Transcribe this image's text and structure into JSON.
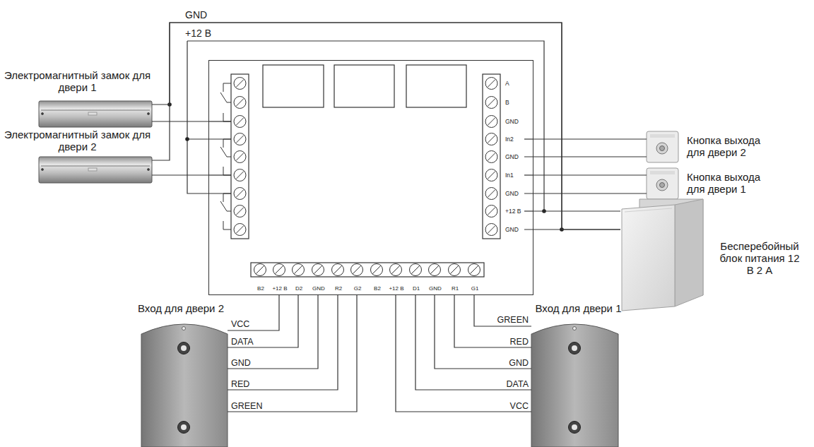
{
  "diagram": {
    "nodes": [
      {
        "text": [
          "Электромагнитный замок для двери 1"
        ]
      },
      {
        "text": [
          "Электромагнитный замок для двери 2"
        ]
      },
      {
        "text": [
          "A",
          "B",
          "GND",
          "In2",
          "GND",
          "In1",
          "GND",
          "+12 В",
          "GND",
          "B2",
          "+12 В",
          "D2",
          "GND",
          "R2",
          "G2",
          "B2",
          "+12 В",
          "D1",
          "GND",
          "R1",
          "G1"
        ]
      },
      {
        "text": [
          "Кнопка выхода для двери 2"
        ]
      },
      {
        "text": [
          "Кнопка выхода для двери 1"
        ]
      },
      {
        "text": [
          "Бесперебойный блок питания 12 В 2 А"
        ]
      },
      {
        "text": [
          "Вход для двери 2"
        ]
      },
      {
        "text": [
          "Вход для двери 1"
        ]
      }
    ],
    "edges": [
      {
        "from": 0,
        "to": 2,
        "arrow": "none"
      },
      {
        "from": 1,
        "to": 2,
        "arrow": "none"
      },
      {
        "from": 0,
        "to": 5,
        "arrow": "none"
      },
      {
        "from": 1,
        "to": 5,
        "arrow": "none"
      },
      {
        "from": 2,
        "to": 5,
        "arrow": "none"
      },
      {
        "from": 2,
        "to": 3,
        "arrow": "none"
      },
      {
        "from": 2,
        "to": 4,
        "arrow": "none"
      },
      {
        "from": 2,
        "to": 6,
        "arrow": "none"
      },
      {
        "from": 2,
        "to": 7,
        "arrow": "none"
      }
    ],
    "labels": [
      "GND",
      "+12 В",
      "VCC",
      "DATA",
      "GND",
      "RED",
      "GREEN",
      "GREEN",
      "RED",
      "GND",
      "DATA",
      "VCC"
    ]
  }
}
